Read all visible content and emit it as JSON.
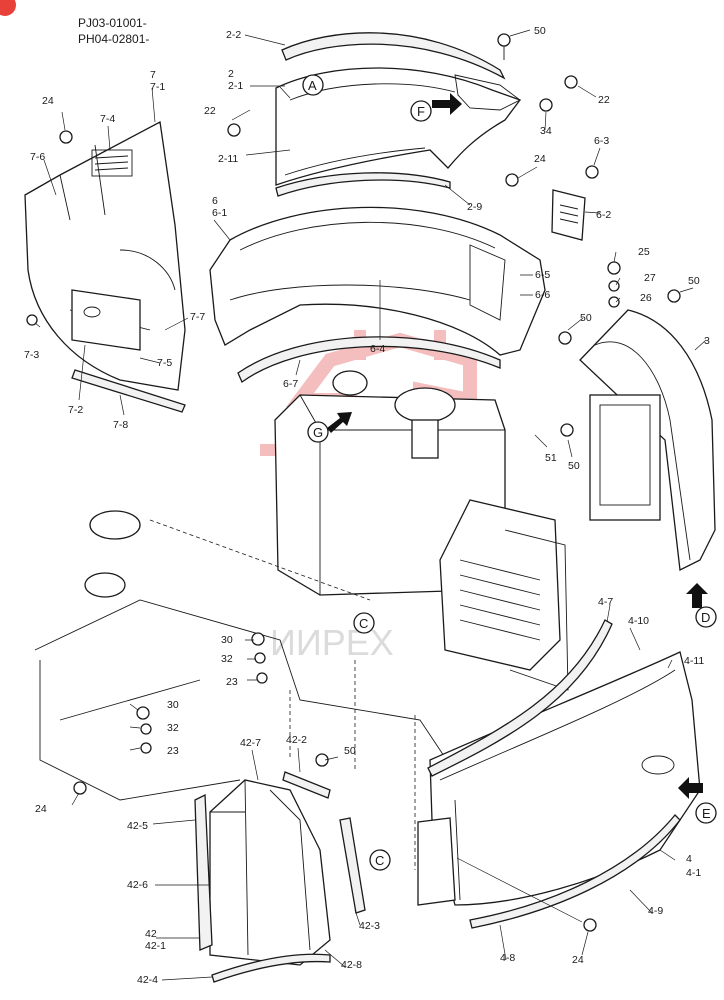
{
  "header": {
    "codes": [
      "PJ03-01001-",
      "PH04-02801-"
    ]
  },
  "colors": {
    "badge": "#e8413a",
    "watermark": "#ee8a8a",
    "line": "#1a1a1a"
  },
  "watermark": {
    "text": "ИИРЕХ"
  },
  "callouts": [
    "A",
    "F",
    "G",
    "C",
    "C",
    "D",
    "E"
  ],
  "labels": [
    "2-2",
    "50",
    "2",
    "2-1",
    "22",
    "22",
    "34",
    "2-11",
    "2-9",
    "6-3",
    "24",
    "6-2",
    "7",
    "7-1",
    "24",
    "7-4",
    "7-6",
    "6",
    "6-1",
    "25",
    "6-5",
    "27",
    "50",
    "6-6",
    "26",
    "7-7",
    "7-3",
    "50",
    "3",
    "7-5",
    "6-4",
    "6-7",
    "7-2",
    "7-8",
    "51",
    "50",
    "30",
    "32",
    "23",
    "4-7",
    "4-10",
    "4-11",
    "30",
    "32",
    "23",
    "42-7",
    "42-2",
    "50",
    "24",
    "42-5",
    "42-6",
    "42",
    "42-1",
    "42-3",
    "42-8",
    "42-4",
    "4",
    "4-1",
    "4-9",
    "4-8",
    "24"
  ]
}
